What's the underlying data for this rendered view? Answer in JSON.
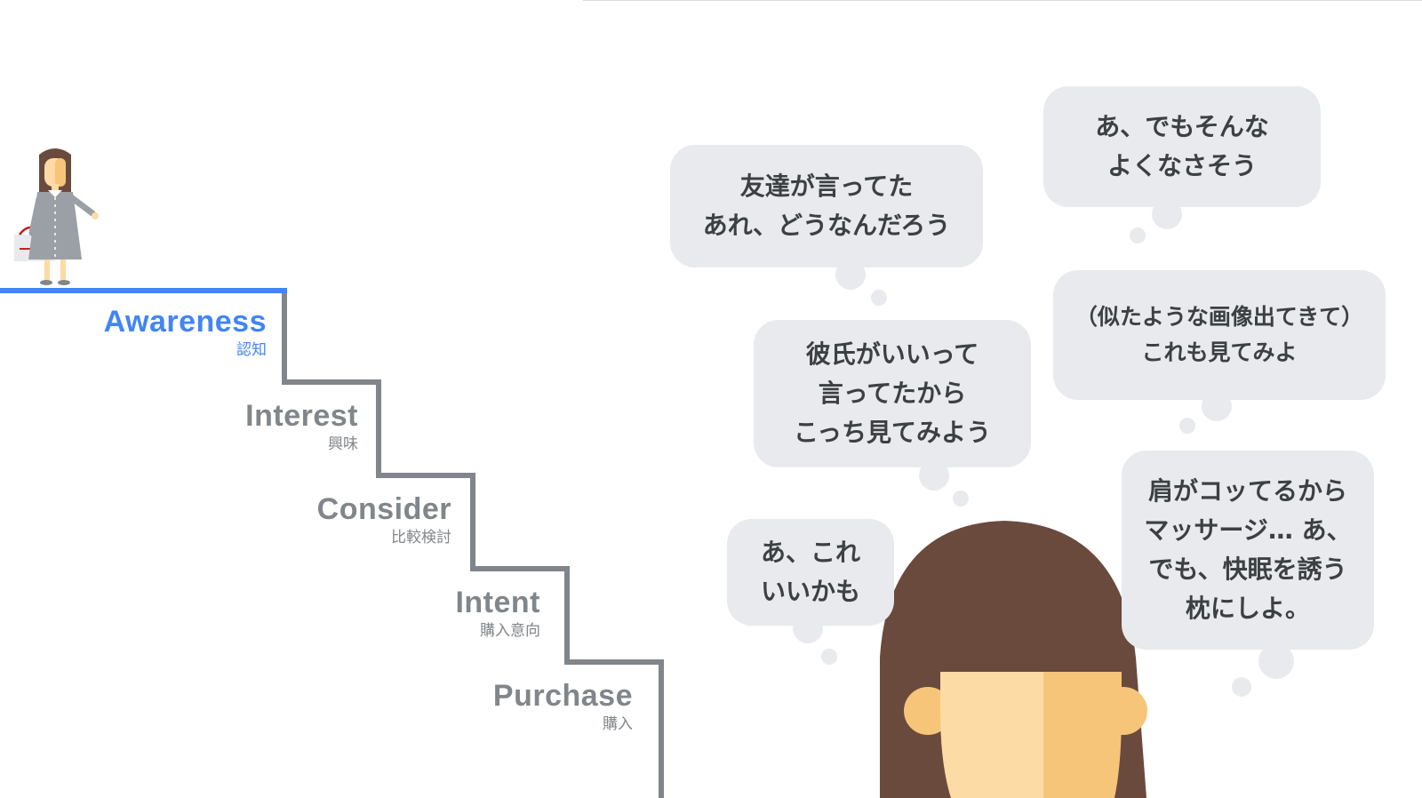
{
  "staircase": {
    "steps": [
      {
        "label": "Awareness",
        "sub": "認知",
        "active": true
      },
      {
        "label": "Interest",
        "sub": "興味",
        "active": false
      },
      {
        "label": "Consider",
        "sub": "比較検討",
        "active": false
      },
      {
        "label": "Intent",
        "sub": "購入意向",
        "active": false
      },
      {
        "label": "Purchase",
        "sub": "購入",
        "active": false
      }
    ]
  },
  "bubbles": [
    {
      "text": "友達が言ってた\nあれ、どうなんだろう"
    },
    {
      "text": "あ、でもそんな\nよくなさそう"
    },
    {
      "text": "彼氏がいいって\n言ってたから\nこっち見てみよう"
    },
    {
      "text": "（似たような画像出てきて）\nこれも見てみよ"
    },
    {
      "text": "あ、これ\nいいかも"
    },
    {
      "text": "肩がコッてるから\nマッサージ… あ、\nでも、快眠を誘う\n枕にしよ。"
    }
  ],
  "colors": {
    "accent": "#4285f4",
    "stair": "#80868b",
    "bubble": "#e8eaed",
    "text": "#3c4043",
    "hair": "#6b4a3e",
    "skin_light": "#fddba4",
    "skin_shade": "#f6c57a"
  }
}
